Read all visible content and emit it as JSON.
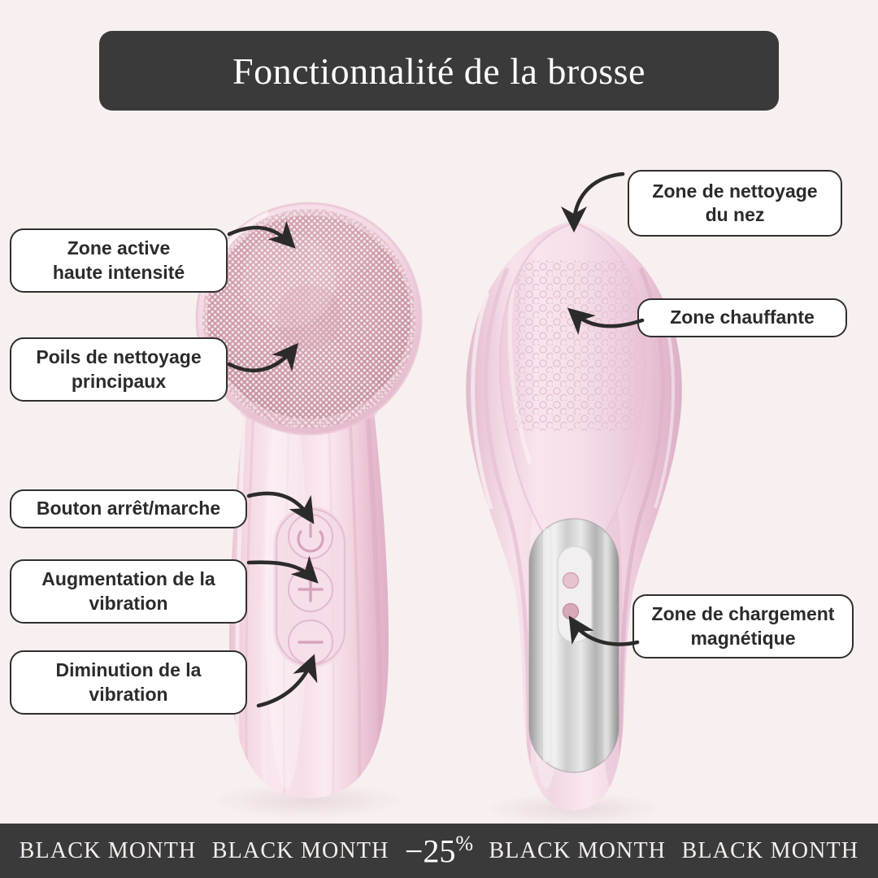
{
  "header": {
    "title": "Fonctionnalité de la brosse",
    "background_color": "#3b3a3a",
    "text_color": "#ffffff"
  },
  "page": {
    "background_color": "#f7f0ee",
    "device_color": "#f2d5e0",
    "bristle_color": "#c9929c",
    "metal_color": "#c9c9c9"
  },
  "callouts": {
    "left": [
      {
        "id": "zone-active",
        "line1": "Zone active",
        "line2": "haute intensité"
      },
      {
        "id": "poils-nettoyage",
        "line1": "Poils de nettoyage",
        "line2": "principaux"
      },
      {
        "id": "bouton-arret-marche",
        "line1": "Bouton arrêt/marche",
        "line2": ""
      },
      {
        "id": "augmentation-vibration",
        "line1": "Augmentation de la",
        "line2": "vibration"
      },
      {
        "id": "diminution-vibration",
        "line1": "Diminution de la",
        "line2": "vibration"
      }
    ],
    "right": [
      {
        "id": "zone-nettoyage-nez",
        "line1": "Zone de nettoyage",
        "line2": "du nez"
      },
      {
        "id": "zone-chauffante",
        "line1": "Zone chauffante",
        "line2": ""
      },
      {
        "id": "zone-chargement",
        "line1": "Zone de chargement",
        "line2": "magnétique"
      }
    ]
  },
  "device_buttons": {
    "power": "⏻",
    "increase": "+",
    "decrease": "−"
  },
  "footer": {
    "background_color": "#3b3a3a",
    "items": [
      "BLACK MONTH",
      "BLACK MONTH",
      "BLACK MONTH",
      "BLACK MONTH"
    ],
    "discount_value": "−25",
    "discount_symbol": "%"
  }
}
